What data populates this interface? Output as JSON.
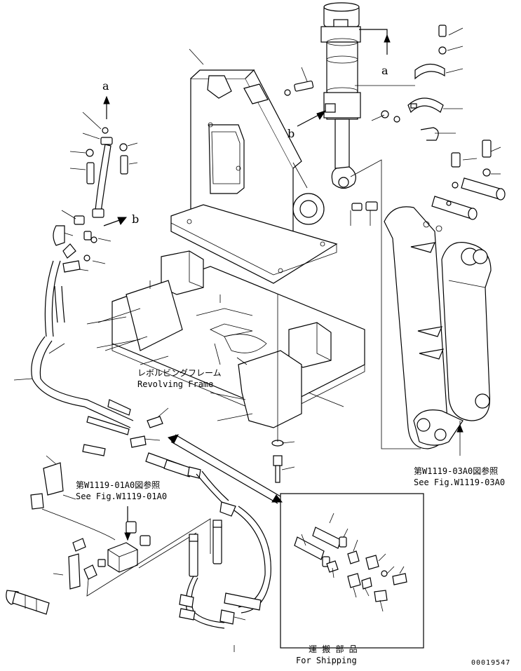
{
  "labels": {
    "ref_a_top": "a",
    "ref_a_left": "a",
    "ref_b_left": "b",
    "ref_b_mid": "b",
    "revolving_frame_jp": "レボルビングフレーム",
    "revolving_frame_en": "Revolving Frame",
    "see_fig_01_jp": "第W1119-01A0図参照",
    "see_fig_01_en": "See Fig.W1119-01A0",
    "see_fig_03_jp": "第W1119-03A0図参照",
    "see_fig_03_en": "See Fig.W1119-03A0",
    "shipping_jp": "運 搬 部 品",
    "shipping_en": "For Shipping",
    "drawing_number": "00019547"
  }
}
